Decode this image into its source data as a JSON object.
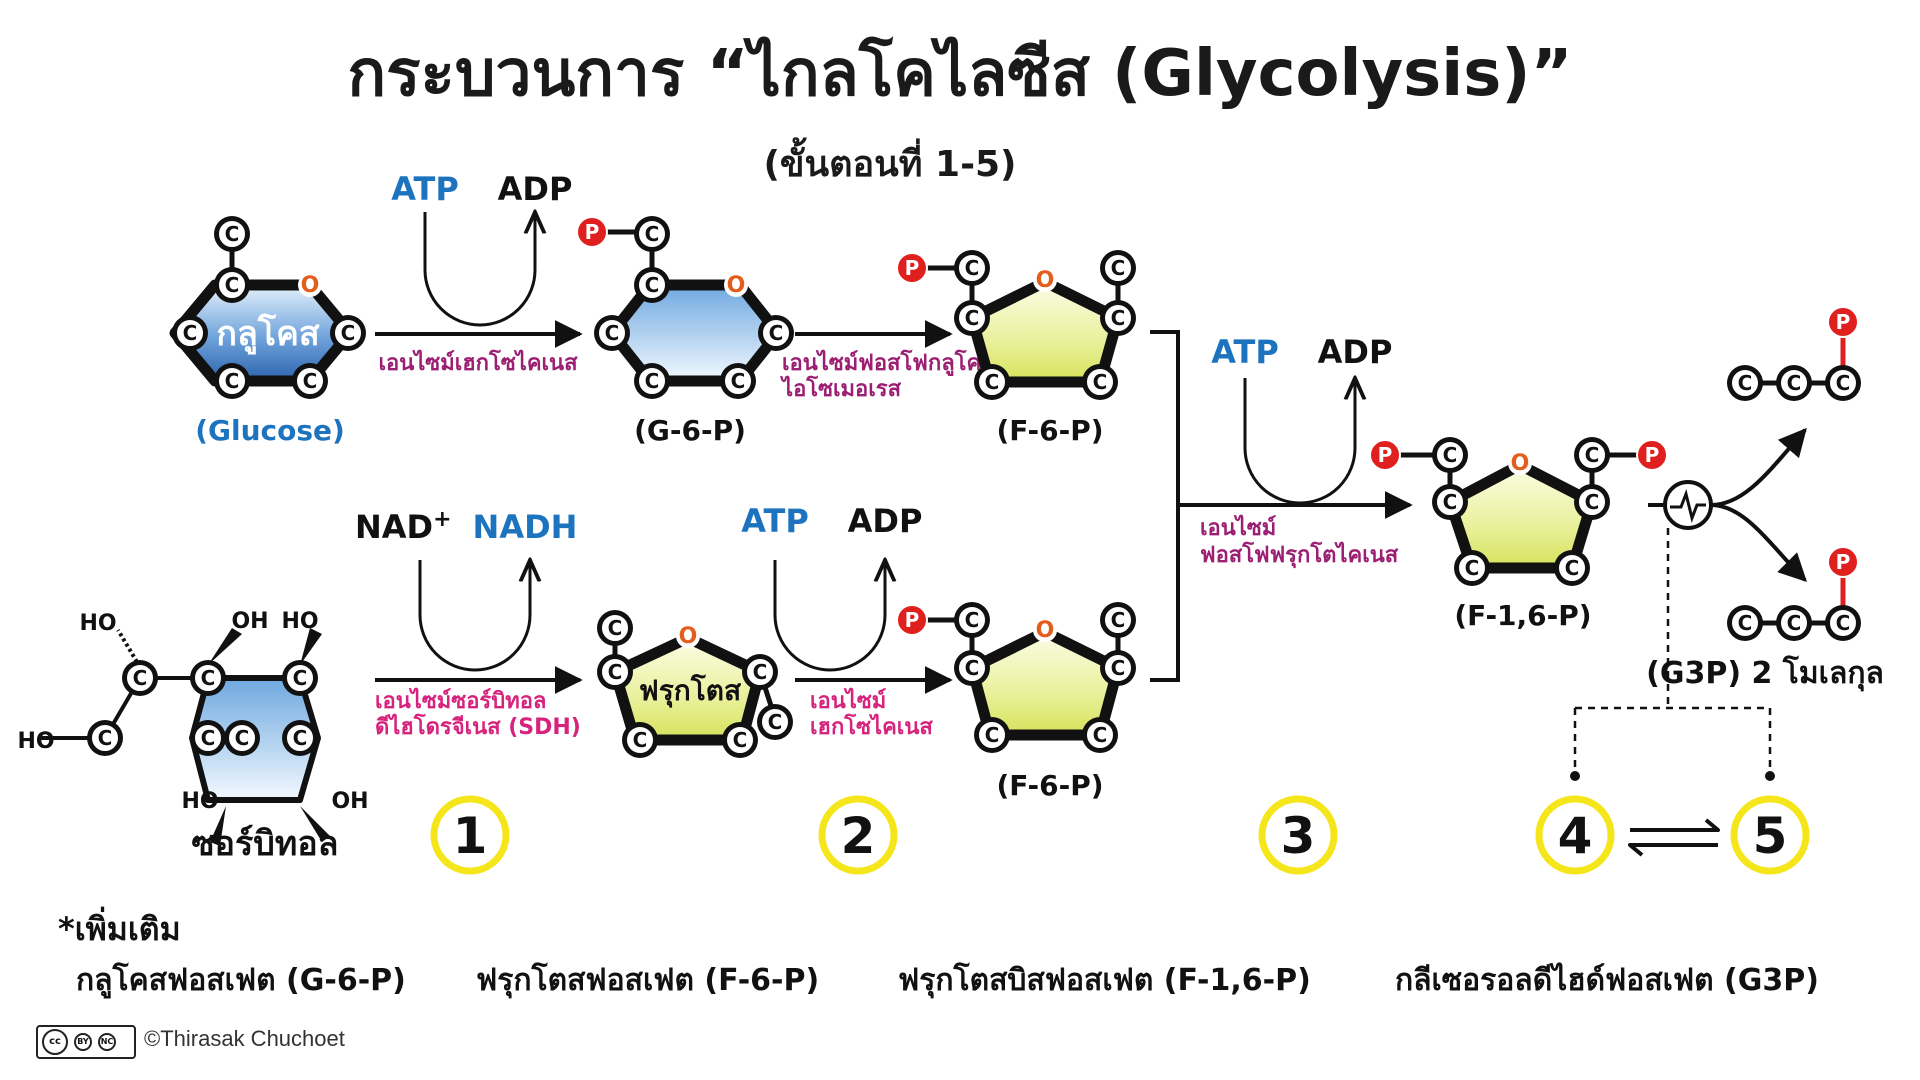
{
  "title": "กระบวนการ “ไกลโคไลซีส (Glycolysis)”",
  "subtitle": "(ขั้นตอนที่ 1-5)",
  "colors": {
    "atp_blue": "#1e73be",
    "enzyme_magenta": "#9b1f72",
    "enzyme_pink": "#d6237d",
    "phosphate_red": "#e0201f",
    "oxygen_orange": "#e35d1d",
    "step_yellow": "#f5e51b",
    "hexagon_blue": "#3f7dc8",
    "pentagon_yellow": "#e6ef86"
  },
  "atom": {
    "carbon": "C",
    "oxygen": "O",
    "phosphate": "P",
    "hydroxyl": "HO",
    "hydroxyl_alt": "OH"
  },
  "top_row": {
    "glucose_label": "กลูโคส",
    "glucose_caption": "(Glucose)",
    "atp1": "ATP",
    "adp1": "ADP",
    "enzyme1": "เอนไซม์เฮกโซไคเนส",
    "g6p_caption": "(G-6-P)",
    "enzyme2_line1": "เอนไซม์ฟอสโฟกลูโค",
    "enzyme2_line2": "ไอโซเมอเรส",
    "f6p_caption": "(F-6-P)"
  },
  "bottom_row": {
    "sorbitol_caption": "ซอร์บิทอล",
    "nad": "NAD",
    "nad_sup": "+",
    "nadh": "NADH",
    "enzyme_sdh_line1": "เอนไซม์ซอร์บิทอล",
    "enzyme_sdh_line2": "ดีไฮโดรจีเนส (SDH)",
    "fructose_label": "ฟรุกโตส",
    "atp2": "ATP",
    "adp2": "ADP",
    "enzyme_hk_line1": "เอนไซม์",
    "enzyme_hk_line2": "เฮกโซไคเนส",
    "f6p_caption": "(F-6-P)"
  },
  "step3": {
    "atp": "ATP",
    "adp": "ADP",
    "enzyme_line1": "เอนไซม์",
    "enzyme_line2": "ฟอสโฟฟรุกโตไคเนส",
    "f16p_caption": "(F-1,6-P)"
  },
  "g3p": {
    "caption": "(G3P) 2 โมเลกุล"
  },
  "steps": [
    "1",
    "2",
    "3",
    "4",
    "5"
  ],
  "notes": {
    "heading": "*เพิ่มเติม",
    "items": [
      "กลูโคสฟอสเฟต (G-6-P)",
      "ฟรุกโตสฟอสเฟต (F-6-P)",
      "ฟรุกโตสบิสฟอสเฟต (F-1,6-P)",
      "กลีเซอรอลดีไฮด์ฟอสเฟต (G3P)"
    ]
  },
  "license": {
    "cc": "cc",
    "by": "BY",
    "nc": "NC"
  },
  "credit": "©Thirasak Chuchoet"
}
